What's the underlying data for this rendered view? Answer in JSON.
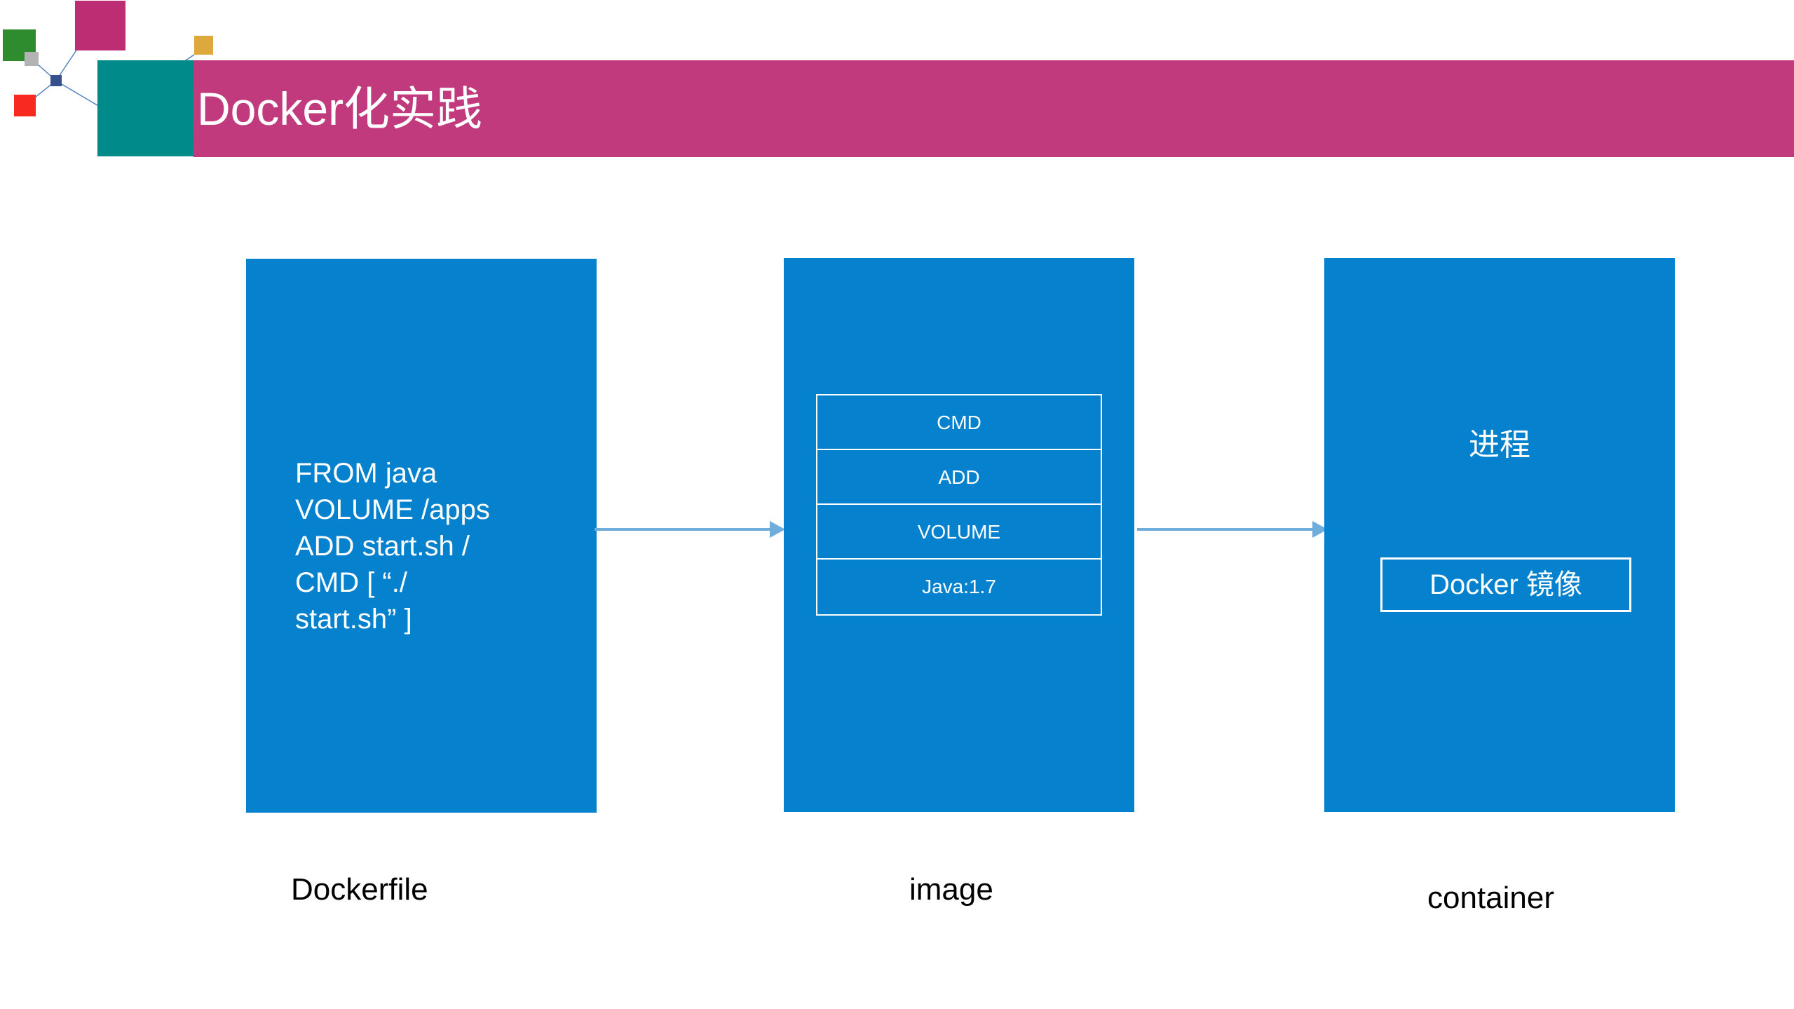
{
  "slide": {
    "title": "Docker化实践",
    "background_color": "#FFFFFF",
    "header_color": "#C13A7D",
    "accent_blue": "#0681CD",
    "accent_teal": "#008B8B"
  },
  "logo": {
    "squares": [
      {
        "name": "green-square",
        "color": "#2E8B2E"
      },
      {
        "name": "gray-square",
        "color": "#B3B3B3"
      },
      {
        "name": "red-square",
        "color": "#F62A1E"
      },
      {
        "name": "magenta-square",
        "color": "#BD2D73"
      },
      {
        "name": "yellow-square",
        "color": "#DDA93C"
      },
      {
        "name": "navy-node",
        "color": "#35508C"
      },
      {
        "name": "teal-square",
        "color": "#008B8B"
      }
    ]
  },
  "diagram": {
    "type": "flow",
    "flow_direction": "left-to-right",
    "stages": [
      {
        "id": "dockerfile",
        "caption": "Dockerfile",
        "body_text": "FROM java\nVOLUME /apps\nADD start.sh /\nCMD [ “./\nstart.sh” ]",
        "lines": [
          "FROM java",
          "VOLUME /apps",
          "ADD start.sh /",
          "CMD [ “./",
          "start.sh” ]"
        ]
      },
      {
        "id": "image",
        "caption": "image",
        "layers": [
          {
            "label": "CMD"
          },
          {
            "label": "ADD"
          },
          {
            "label": "VOLUME"
          },
          {
            "label": "Java:1.7"
          }
        ]
      },
      {
        "id": "container",
        "caption": "container",
        "process_label": "进程",
        "inner_box_label": "Docker 镜像"
      }
    ],
    "connectors": [
      {
        "name": "arrow-dockerfile-to-image",
        "from": "dockerfile",
        "to": "image",
        "color": "#6FAEDC"
      },
      {
        "name": "arrow-image-to-container",
        "from": "image",
        "to": "container",
        "color": "#6FAEDC"
      }
    ]
  }
}
